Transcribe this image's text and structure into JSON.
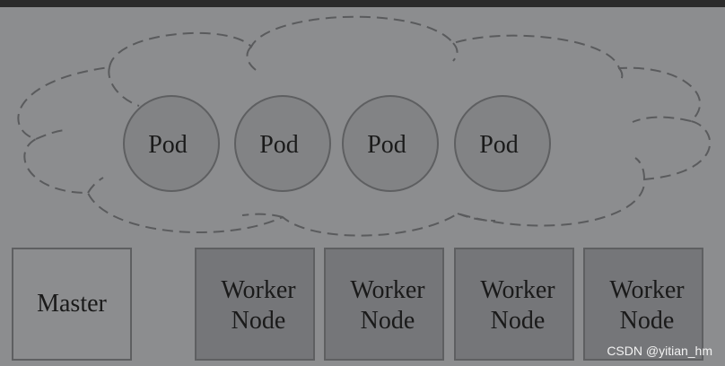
{
  "pods": [
    {
      "label": "Pod"
    },
    {
      "label": "Pod"
    },
    {
      "label": "Pod"
    },
    {
      "label": "Pod"
    }
  ],
  "master": {
    "label": "Master"
  },
  "workers": [
    {
      "line1": "Worker",
      "line2": "Node"
    },
    {
      "line1": "Worker",
      "line2": "Node"
    },
    {
      "line1": "Worker",
      "line2": "Node"
    },
    {
      "line1": "Worker",
      "line2": "Node"
    }
  ],
  "watermark": "CSDN @yitian_hm",
  "colors": {
    "frame": "#2b2b2b",
    "canvas": "#8c8d8f",
    "pod_fill": "#828385",
    "master_fill": "#8c8d8f",
    "worker_fill": "#757679",
    "stroke": "#5e5f61",
    "cloud_dash": "#5a5b5d"
  }
}
